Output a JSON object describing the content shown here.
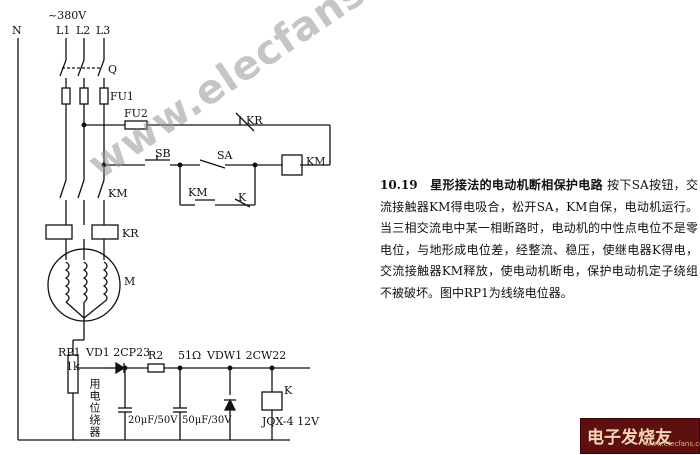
{
  "circuit": {
    "voltage": "~380V",
    "neutral": "N",
    "phases": [
      "L1",
      "L2",
      "L3"
    ],
    "breaker": "Q",
    "fuse_main": "FU1",
    "fuse_ctrl": "FU2",
    "kr_contact": "KR",
    "sb": "SB",
    "sa": "SA",
    "km_coil": "KM",
    "km_contact": "KM",
    "km_hold": "KM",
    "k_contact": "K",
    "kr_relay": "KR",
    "motor": "M",
    "rp1": "RP1",
    "rp1_value": "1k",
    "vd1": "VD1 2CP23",
    "r2": "R2",
    "r_value": "51Ω",
    "vdw1": "VDW1 2CW22",
    "k_relay": "K",
    "cap1": "20μF/50V",
    "cap2": "50μF/30V",
    "relay_model": "JQX-4 12V",
    "pot_note": "用电位绕器"
  },
  "description": {
    "title": "10.19　星形接法的电动机断相保护电路",
    "body": "按下SA按钮，交流接触器KM得电吸合，松开SA，KM自保，电动机运行。当三相交流电中某一相断路时，电动机的中性点电位不是零电位，与地形成电位差，经整流、稳压，使继电器K得电，交流接触器KM释放，使电动机断电，保护电动机定子绕组不被破坏。图中RP1为线绕电位器。"
  },
  "watermark": "www.elecfans.com",
  "logo": {
    "text": "电子发烧友",
    "url": "www.elecfans.com"
  }
}
